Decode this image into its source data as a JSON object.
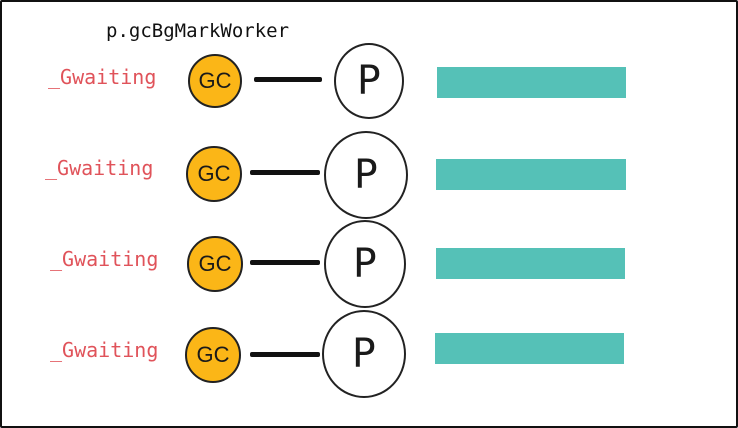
{
  "diagram": {
    "title": "p.gcBgMarkWorker",
    "colors": {
      "state_text": "#e0535a",
      "gc_fill": "#fbb617",
      "bar_fill": "#55c1b7",
      "line": "#111111"
    },
    "rows": [
      {
        "state": "_Gwaiting",
        "worker": "GC",
        "processor": "P"
      },
      {
        "state": "_Gwaiting",
        "worker": "GC",
        "processor": "P"
      },
      {
        "state": "_Gwaiting",
        "worker": "GC",
        "processor": "P"
      },
      {
        "state": "_Gwaiting",
        "worker": "GC",
        "processor": "P"
      }
    ]
  }
}
